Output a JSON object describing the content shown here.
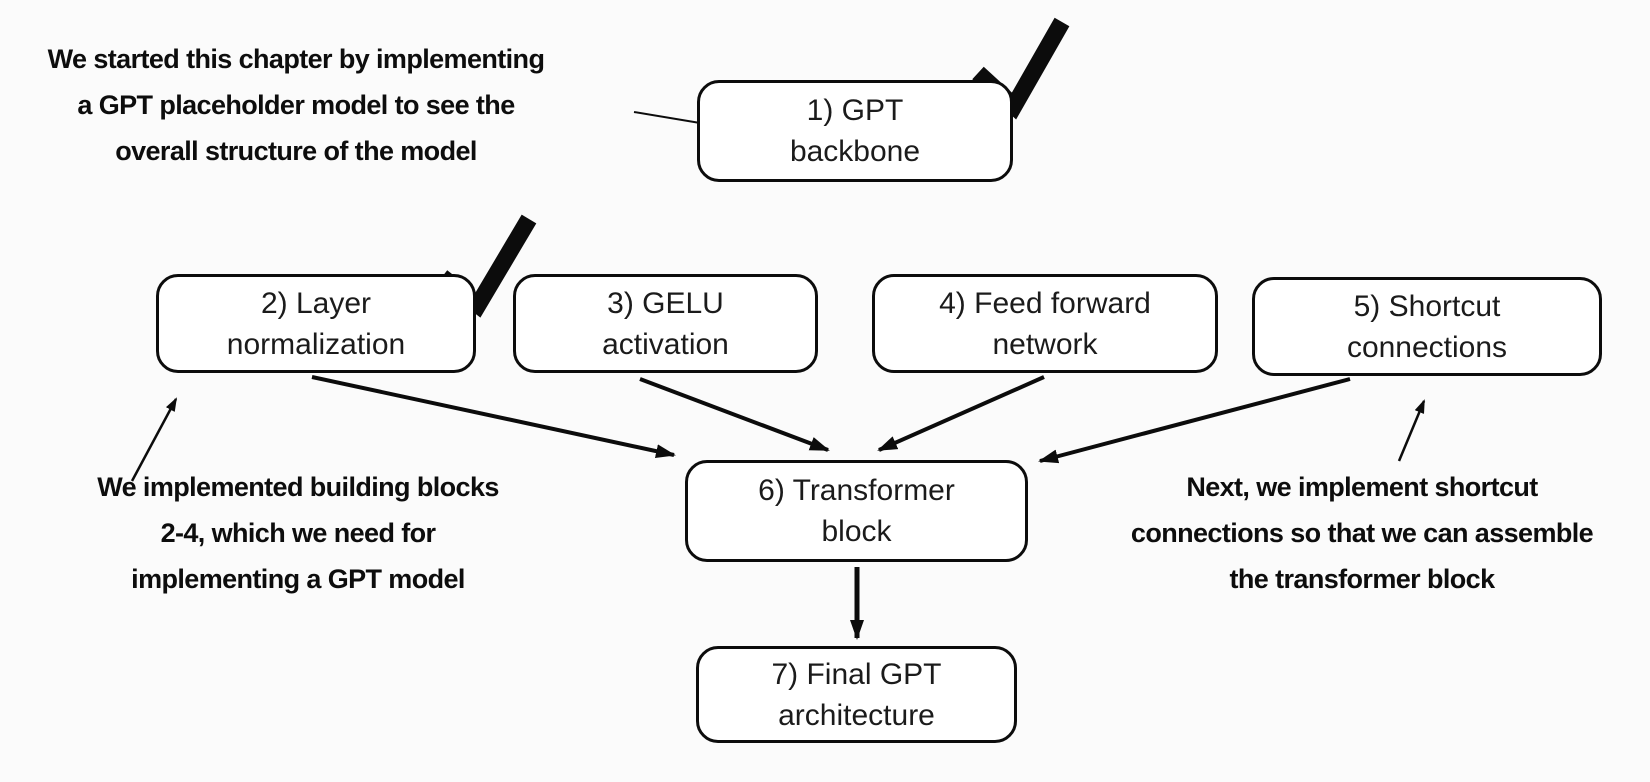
{
  "palette": {
    "background": "#fbfbfb",
    "node_fill": "#ffffff",
    "ink": "#0c0c0c"
  },
  "annotations": [
    {
      "id": "intro-note",
      "lines": [
        "We started this chapter by implementing",
        "a GPT placeholder model to see the",
        "overall structure of the model"
      ]
    },
    {
      "id": "building-blocks-note",
      "lines": [
        "We implemented building blocks",
        "2-4, which we need for",
        "implementing a GPT model"
      ]
    },
    {
      "id": "next-shortcut-note",
      "lines": [
        "Next, we implement shortcut",
        "connections so that we can assemble",
        "the transformer block"
      ]
    }
  ],
  "nodes": [
    {
      "id": "gpt-backbone",
      "lines": [
        "1) GPT",
        "backbone"
      ],
      "checked": true
    },
    {
      "id": "layer-normalization",
      "lines": [
        "2) Layer",
        "normalization"
      ],
      "checked": true
    },
    {
      "id": "gelu-activation",
      "lines": [
        "3) GELU",
        "activation"
      ],
      "checked": false
    },
    {
      "id": "feed-forward-network",
      "lines": [
        "4) Feed forward",
        "network"
      ],
      "checked": false
    },
    {
      "id": "shortcut-connections",
      "lines": [
        "5) Shortcut",
        "connections"
      ],
      "checked": false
    },
    {
      "id": "transformer-block",
      "lines": [
        "6) Transformer",
        "block"
      ],
      "checked": false
    },
    {
      "id": "final-gpt-architecture",
      "lines": [
        "7) Final GPT",
        "architecture"
      ],
      "checked": false
    }
  ],
  "edges": [
    {
      "from": "intro-note",
      "to": "gpt-backbone"
    },
    {
      "from": "layer-normalization",
      "to": "transformer-block"
    },
    {
      "from": "gelu-activation",
      "to": "transformer-block"
    },
    {
      "from": "feed-forward-network",
      "to": "transformer-block"
    },
    {
      "from": "shortcut-connections",
      "to": "transformer-block"
    },
    {
      "from": "building-blocks-note",
      "to": "layer-normalization"
    },
    {
      "from": "next-shortcut-note",
      "to": "shortcut-connections"
    },
    {
      "from": "transformer-block",
      "to": "final-gpt-architecture"
    }
  ]
}
